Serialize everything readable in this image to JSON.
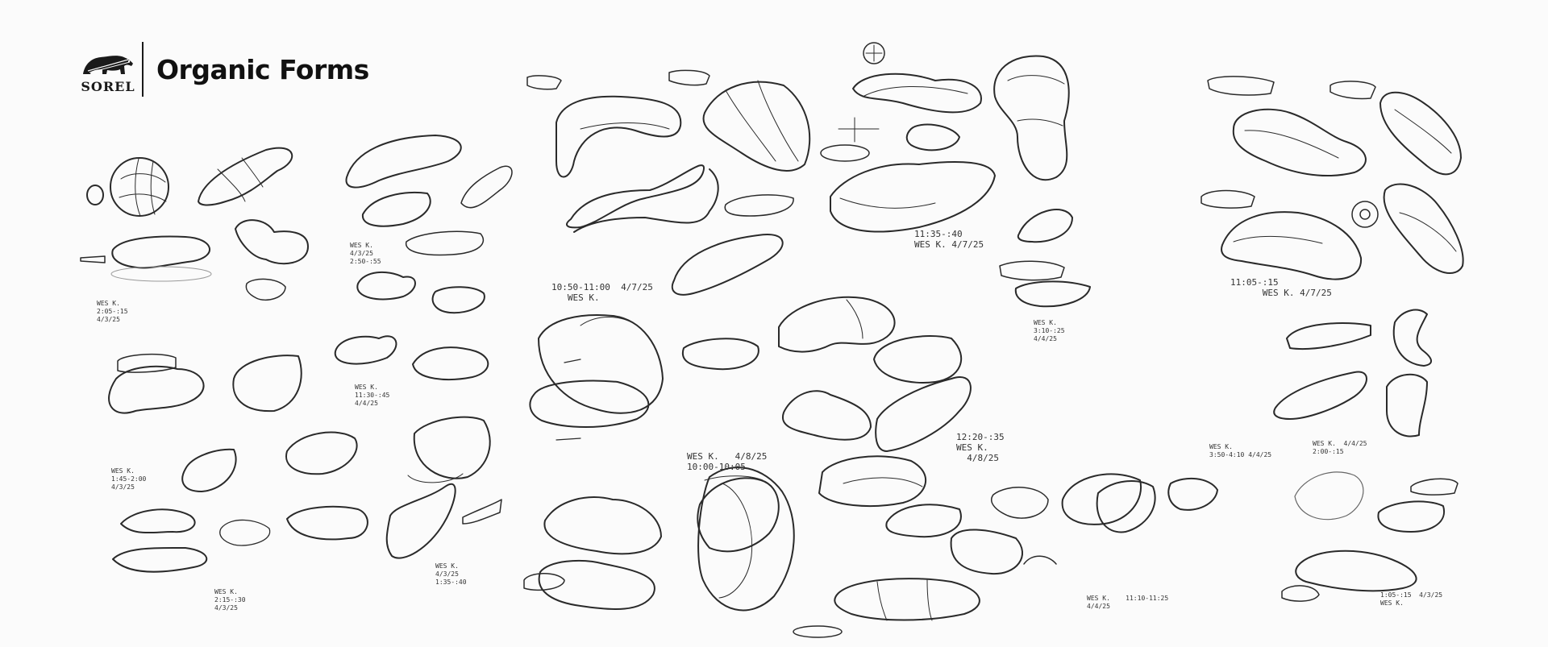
{
  "brand": {
    "wordmark": "SOREL",
    "logo_icon": "polar-bear-icon"
  },
  "page": {
    "title": "Organic Forms"
  },
  "sketch_notes": [
    [
      "WES K.",
      "2:05-:15",
      "4/3/25"
    ],
    [
      "WES K.",
      "4/3/25",
      "2:50-:55"
    ],
    [
      "10:50-11:00",
      "4/7/25",
      "WES K."
    ],
    [
      "11:35-:40",
      "WES K.",
      "4/7/25"
    ],
    [
      "11:05-:15",
      "WES K.",
      "4/7/25"
    ],
    [
      "WES K.",
      "3:10-:25",
      "4/4/25"
    ],
    [
      "WES K.",
      "11:30-:45",
      "4/4/25"
    ],
    [
      "WES K.",
      "1:45-2:00",
      "4/3/25"
    ],
    [
      "WES K.",
      "2:15-:30",
      "4/3/25"
    ],
    [
      "WES K.",
      "4/3/25",
      "1:35-:40"
    ],
    [
      "WES K.",
      "4/8/25",
      "10:00-10:05"
    ],
    [
      "12:20-:35",
      "WES K.",
      "4/8/25"
    ],
    [
      "WES K.",
      "4/4/25",
      "11:10-11:25"
    ],
    [
      "1:05-:15",
      "WES K.",
      "4/3/25"
    ],
    [
      "WES K.",
      "4/4/25",
      "2:00-:15"
    ],
    [
      "WES K.",
      "3:50-4:10",
      "4/4/25"
    ]
  ]
}
